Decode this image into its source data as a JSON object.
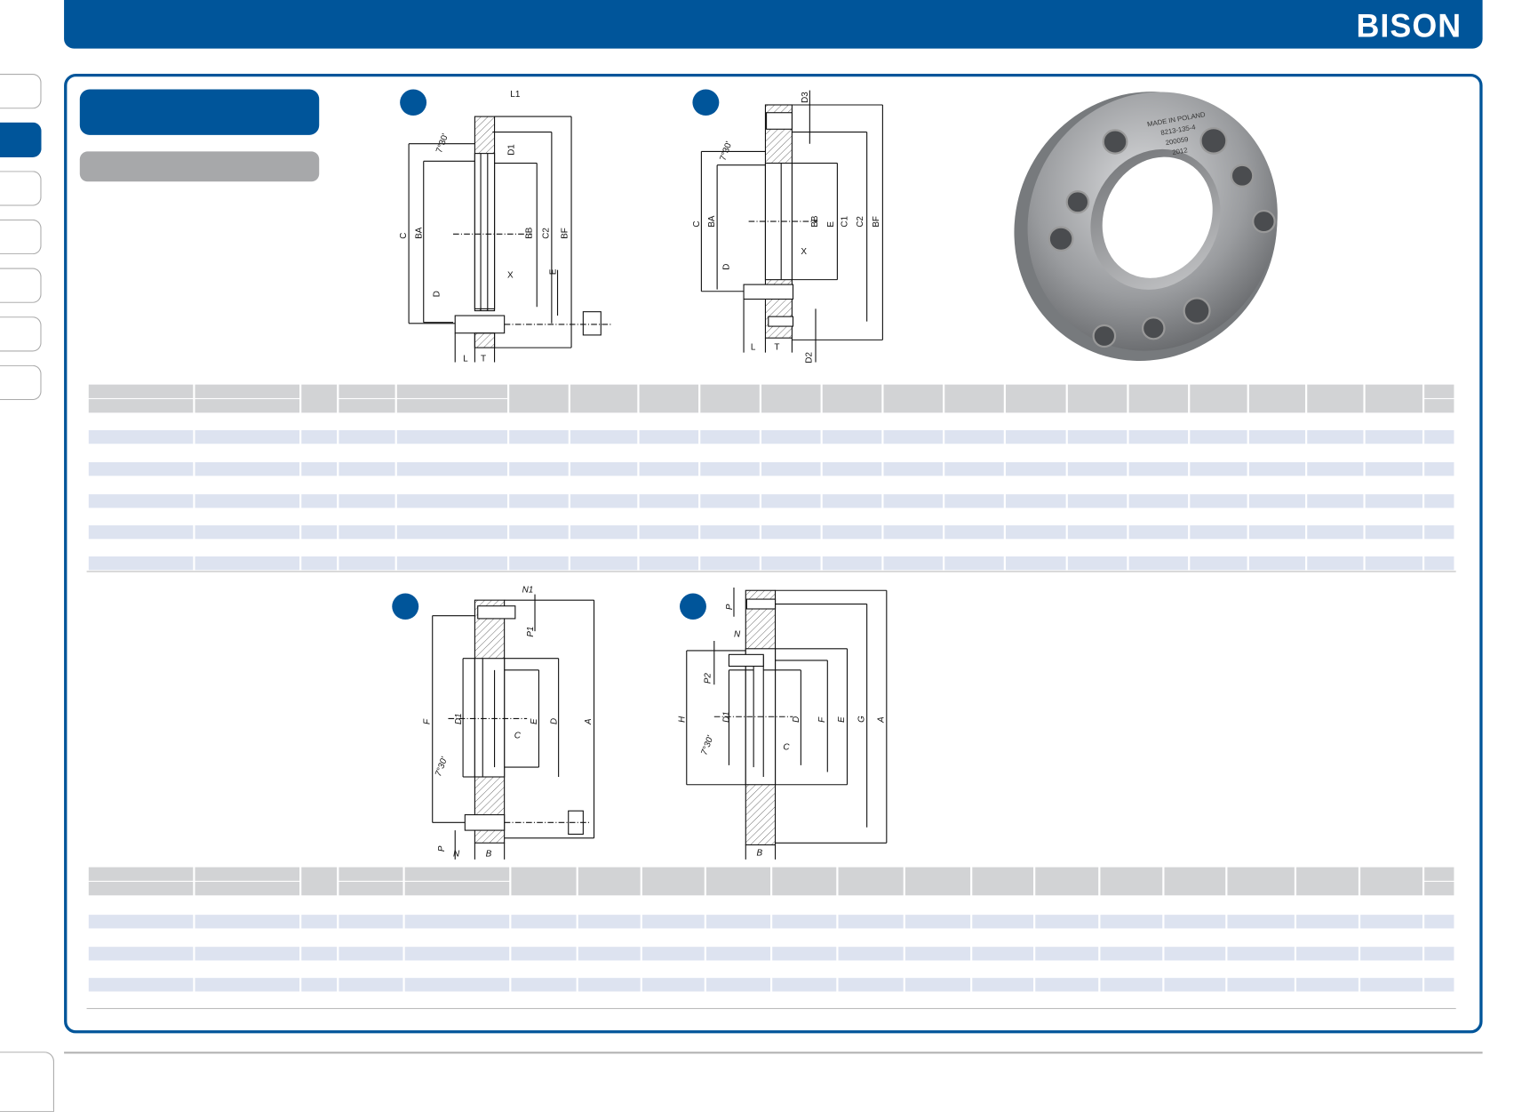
{
  "header": {
    "brand": "BISON",
    "brand_color": "#00559a"
  },
  "drawing_1": {
    "labels": [
      "L1",
      "D1",
      "7°30'",
      "C",
      "BA",
      "BB",
      "C2",
      "BF",
      "E",
      "X",
      "D",
      "L",
      "T"
    ]
  },
  "drawing_2": {
    "labels": [
      "D3",
      "7°30'",
      "C",
      "BA",
      "BB",
      "E",
      "C1",
      "C2",
      "BF",
      "X",
      "D",
      "L",
      "T",
      "D2"
    ]
  },
  "drawing_3": {
    "labels": [
      "N1",
      "P1",
      "F",
      "D1",
      "E",
      "D",
      "A",
      "C",
      "7°30'",
      "P",
      "N",
      "B"
    ]
  },
  "drawing_4": {
    "labels": [
      "P",
      "N",
      "P2",
      "H",
      "D1",
      "D",
      "F",
      "E",
      "G",
      "A",
      "C",
      "7°30'",
      "B"
    ]
  },
  "photo": {
    "stamp": [
      "MADE IN POLAND",
      "8213-135-4",
      "200059",
      "2012"
    ]
  },
  "colors": {
    "stripe": "#dde3f0",
    "header_cell": "#d2d3d5"
  }
}
